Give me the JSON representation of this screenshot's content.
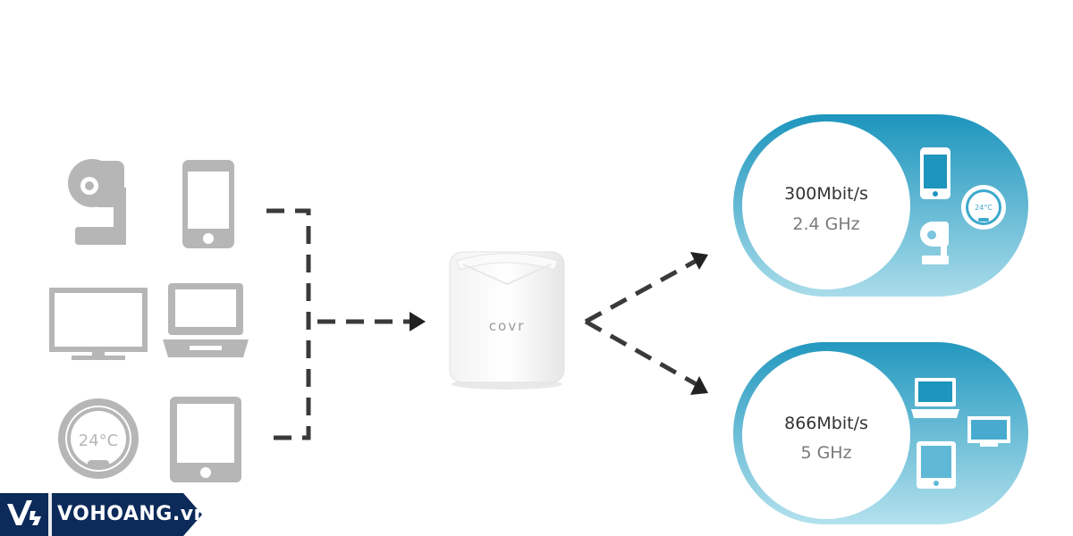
{
  "source_devices": {
    "thermostat_reading": "24°C"
  },
  "router": {
    "brand_label": "covr"
  },
  "band_24": {
    "speed": "300Mbit/s",
    "frequency": "2.4 GHz",
    "thermostat_reading": "24°C"
  },
  "band_5": {
    "speed": "866Mbit/s",
    "frequency": "5 GHz"
  },
  "watermark": {
    "text": "VOHOANG.vn"
  },
  "colors": {
    "pill_top": "#1d95bd",
    "pill_bottom": "#a9dcea",
    "device_gray": "#b6b6b6",
    "dash": "#3a3a3a",
    "watermark_bg": "#0c2a5a"
  }
}
